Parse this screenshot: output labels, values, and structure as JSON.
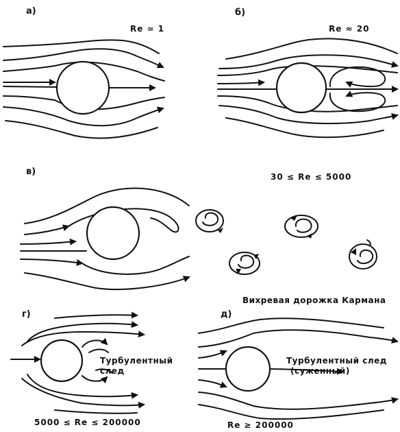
{
  "panels": {
    "a": {
      "letter": "а)",
      "re": "Re ≃ 1"
    },
    "b": {
      "letter": "б)",
      "re": "Re ≈ 20"
    },
    "v": {
      "letter": "в)",
      "re": "30 ≤ Re ≤ 5000",
      "caption": "Вихревая дорожка Кармана"
    },
    "g": {
      "letter": "г)",
      "re": "5000 ≤ Re ≤ 200000",
      "wake_line1": "Турбулентный",
      "wake_line2": "след"
    },
    "d": {
      "letter": "д)",
      "re": "Re ≥ 200000",
      "wake_line1": "Турбулентный след",
      "wake_line2": "(суженный)"
    }
  }
}
